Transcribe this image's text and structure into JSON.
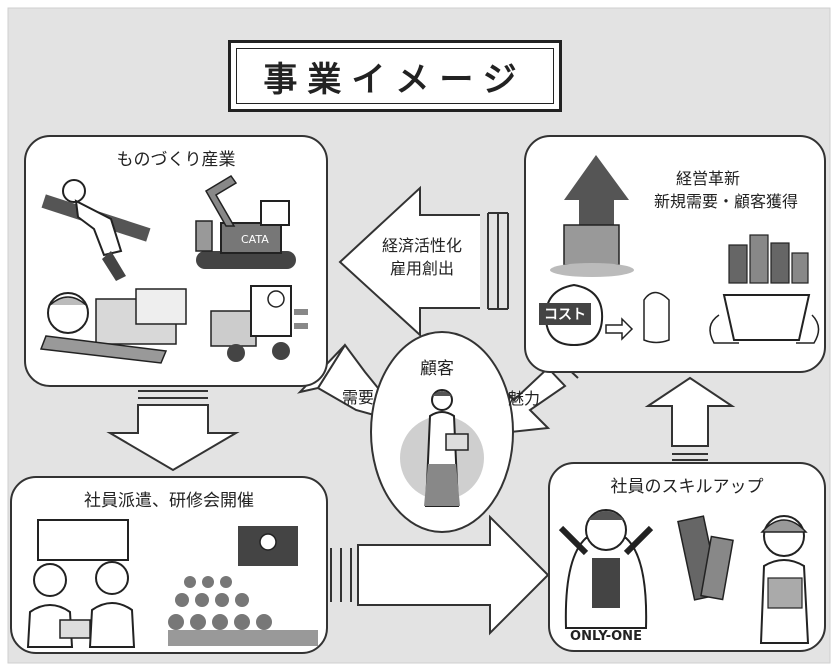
{
  "title": "事業イメージ",
  "nodes": {
    "manufacturing": {
      "label": "ものづくり産業"
    },
    "innovation": {
      "line1": "経営革新",
      "line2": "新規需要・顧客獲得",
      "cost_text": "コスト"
    },
    "dispatch": {
      "label": "社員派遣、研修会開催"
    },
    "skillup": {
      "label": "社員のスキルアップ",
      "badge_text": "ONLY-ONE"
    },
    "customer": {
      "label": "顧客"
    }
  },
  "arrows": {
    "revitalize": {
      "line1": "経済活性化",
      "line2": "雇用創出"
    },
    "demand": {
      "label": "需要"
    },
    "appeal": {
      "label": "魅力"
    }
  },
  "colors": {
    "background": "#e3e3e3",
    "panel": "#ffffff",
    "outline": "#333333",
    "art_gray": "#9a9a9a"
  }
}
